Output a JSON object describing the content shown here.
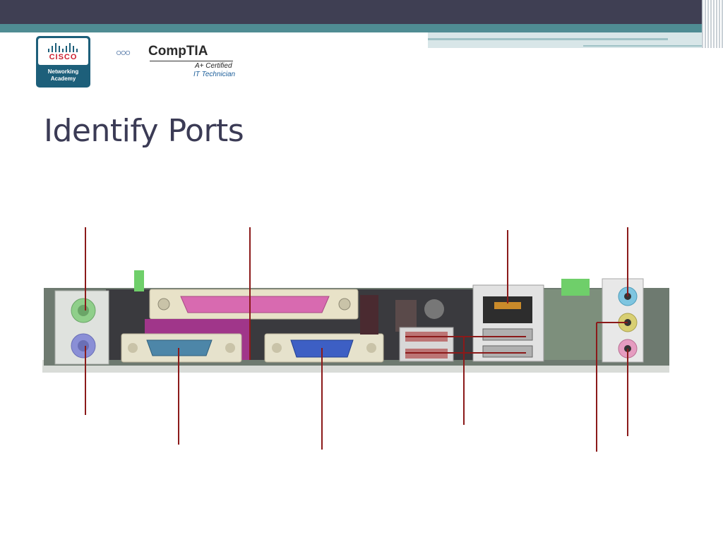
{
  "slide": {
    "title": "Identify Ports"
  },
  "logos": {
    "cisco": {
      "wordmark": "CISCO",
      "line1": "Networking",
      "line2": "Academy"
    },
    "comptia": {
      "wordmark": "CompTIA",
      "certified": "A+ Certified",
      "it_technician": "IT Technician"
    }
  },
  "colors": {
    "top_bar": "#3f3f53",
    "accent_teal": "#4f8c93",
    "title_text": "#3b3b55",
    "callout_line": "#8b1a1a"
  },
  "image": {
    "description_icon": "motherboard-rear-io-panel",
    "ports": [
      {
        "name": "ps2-mouse-port",
        "color": "#8fcf8a"
      },
      {
        "name": "ps2-keyboard-port",
        "color": "#8a8fd6"
      },
      {
        "name": "parallel-port",
        "color": "#d86ab0"
      },
      {
        "name": "serial-port",
        "color": "#4d86a8"
      },
      {
        "name": "vga-port",
        "color": "#3d5fc4"
      },
      {
        "name": "usb-ports",
        "color": "#c8c8c8"
      },
      {
        "name": "rj45-port",
        "color": "#333333"
      },
      {
        "name": "audio-line-in",
        "color": "#7ec5e0"
      },
      {
        "name": "audio-line-out",
        "color": "#d8cf73"
      },
      {
        "name": "audio-mic",
        "color": "#e59cc0"
      }
    ]
  }
}
